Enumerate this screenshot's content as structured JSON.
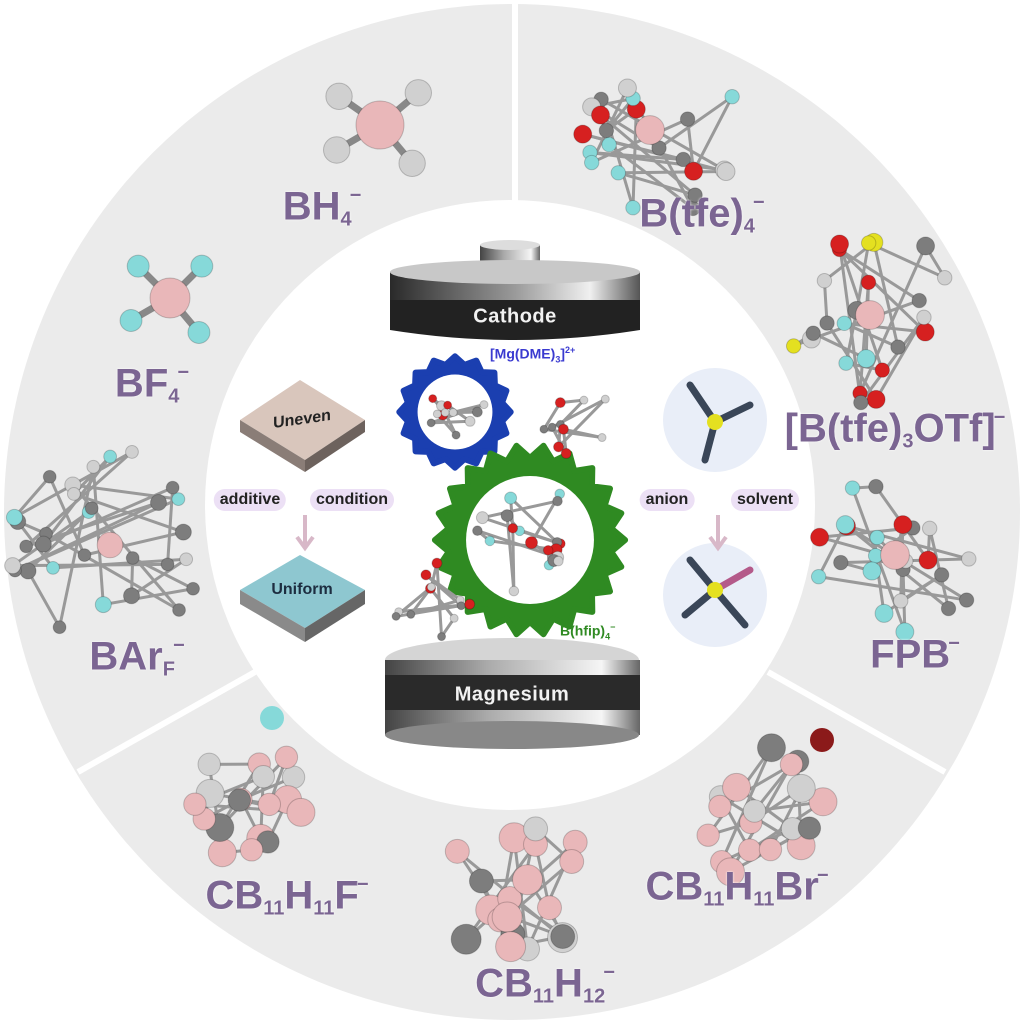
{
  "colors": {
    "ring": "#ebebeb",
    "label": "#7b6592",
    "boron": "#e9b7b9",
    "hydrogen": "#d0d0d0",
    "fluorine": "#86d9d9",
    "carbon": "#7d7d7d",
    "oxygen": "#d62020",
    "sulfur": "#e4e020",
    "bromine": "#8b1a1a",
    "gear_blue": "#1b3fb0",
    "gear_green": "#2f8a22"
  },
  "anions": [
    {
      "id": "bh4",
      "base": "BH",
      "sub": "4",
      "sup": "−"
    },
    {
      "id": "btfe4",
      "base": "B(tfe)",
      "sub": "4",
      "sup": "−"
    },
    {
      "id": "bf4",
      "base": "BF",
      "sub": "4",
      "sup": "−"
    },
    {
      "id": "btfe3otf",
      "base": "[B(tfe)",
      "sub": "3",
      "tail": "OTf]",
      "sup": "−"
    },
    {
      "id": "barf",
      "base": "BAr",
      "sub": "F",
      "sup": "−"
    },
    {
      "id": "fpb",
      "base": "FPB",
      "sup": "−"
    },
    {
      "id": "cb11h11f",
      "base": "CB",
      "sub": "11",
      "mid": "H",
      "sub2": "11",
      "tail": "F",
      "sup": "−"
    },
    {
      "id": "cb11h12",
      "base": "CB",
      "sub": "11",
      "mid": "H",
      "sub2": "12",
      "sup": "−"
    },
    {
      "id": "cb11h11br",
      "base": "CB",
      "sub": "11",
      "mid": "H",
      "sub2": "11",
      "tail": "Br",
      "sup": "−"
    }
  ],
  "center": {
    "cathode": "Cathode",
    "magnesium": "Magnesium",
    "uneven": "Uneven",
    "uniform": "Uniform",
    "additive": "additive",
    "condition": "condition",
    "anion": "anion",
    "solvent": "solvent",
    "mg_dme": "[Mg(DME)",
    "mg_dme_sub": "3",
    "mg_dme_sup": "2+",
    "bhfip": "B(hfip)",
    "bhfip_sub": "4",
    "bhfip_sup": "−"
  }
}
